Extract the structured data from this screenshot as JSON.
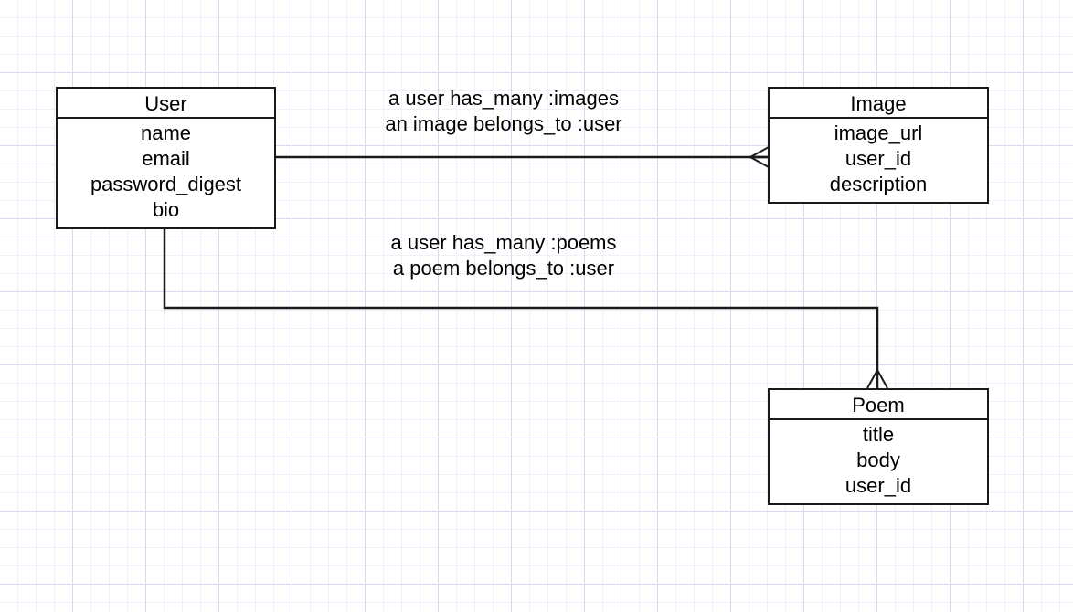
{
  "colors": {
    "line": "#1a1a1a",
    "grid_major": "#d9d9f2",
    "grid_minor": "#f0f0fa",
    "background": "#ffffff"
  },
  "entities": {
    "user": {
      "title": "User",
      "fields": [
        "name",
        "email",
        "password_digest",
        "bio"
      ]
    },
    "image": {
      "title": "Image",
      "fields": [
        "image_url",
        "user_id",
        "description"
      ]
    },
    "poem": {
      "title": "Poem",
      "fields": [
        "title",
        "body",
        "user_id"
      ]
    }
  },
  "relationships": {
    "user_images": {
      "line1": "a user has_many :images",
      "line2": "an image belongs_to :user",
      "cardinality": "one-to-many"
    },
    "user_poems": {
      "line1": "a user has_many :poems",
      "line2": "a poem belongs_to :user",
      "cardinality": "one-to-many"
    }
  }
}
